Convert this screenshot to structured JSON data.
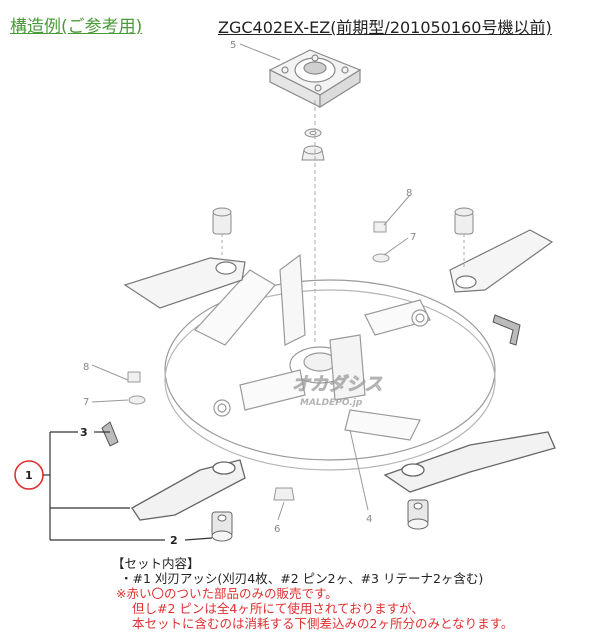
{
  "header": {
    "left_title": "構造例(ご参考用)",
    "right_title": "ZGC402EX-EZ(前期型/201050160号機以前)"
  },
  "callouts": {
    "c1": "1",
    "c2": "2",
    "c3": "3",
    "c4": "4",
    "c5": "5",
    "c6": "6",
    "c7a": "7",
    "c7b": "7",
    "c8a": "8",
    "c8b": "8"
  },
  "watermark": {
    "brand": "オカダシス",
    "sub": "MALDEPO.jp"
  },
  "set_contents": {
    "header": "【セット内容】",
    "item1": "・#1 刈刃アッシ(刈刃4枚、#2 ピン2ヶ、#3 リテーナ2ヶ含む)",
    "note1": "※赤い〇のついた部品のみの販売です。",
    "note2": "但し#2 ピンは全4ヶ所にて使用されておりますが、",
    "note3": "本セットに含むのは消耗する下側差込みの2ヶ所分のみとなります。"
  },
  "colors": {
    "title_green": "#4a9a3a",
    "highlight_red": "#e03030",
    "line_gray": "#888888"
  }
}
